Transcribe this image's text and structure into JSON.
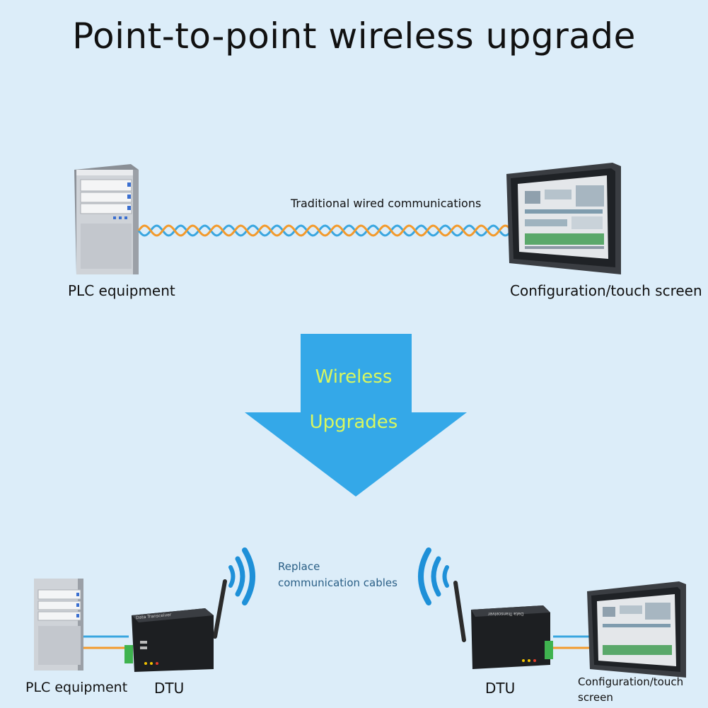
{
  "title": "Point-to-point wireless upgrade",
  "top_section": {
    "left_device_label": "PLC equipment",
    "right_device_label": "Configuration/touch screen",
    "link_label": "Traditional wired communications"
  },
  "arrow": {
    "line1": "Wireless",
    "line2": "Upgrades"
  },
  "bottom_section": {
    "left_device_label": "PLC equipment",
    "left_dtu_label": "DTU",
    "right_dtu_label": "DTU",
    "right_device_label": "Configuration/touch screen",
    "replace_line1": "Replace",
    "replace_line2": "communication cables",
    "dtu_left_face_text": "Data Transceiver",
    "dtu_right_face_text": "Data Transceiver"
  },
  "colors": {
    "background": "#dcedf9",
    "arrow": "#34a8e8",
    "arrow_text": "#d9f75e",
    "wire_blue": "#3aa6e0",
    "wire_orange": "#f39a2c",
    "signal": "#1e90d8"
  }
}
